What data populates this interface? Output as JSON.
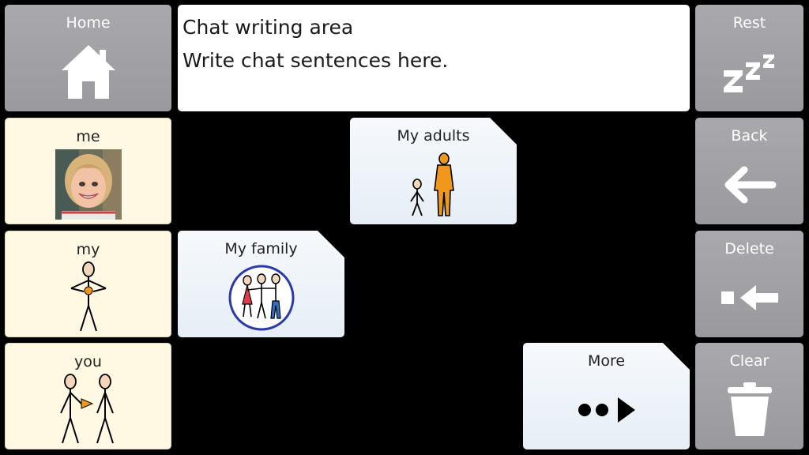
{
  "chat": {
    "title": "Chat writing area",
    "placeholder": "Write chat sentences here."
  },
  "left_column": [
    {
      "label": "Home",
      "icon": "home-icon"
    },
    {
      "label": "me",
      "icon": "child-photo"
    },
    {
      "label": "my",
      "icon": "my-person-icon"
    },
    {
      "label": "you",
      "icon": "you-people-icon"
    }
  ],
  "right_column": [
    {
      "label": "Rest",
      "icon": "zzz-icon"
    },
    {
      "label": "Back",
      "icon": "back-arrow-icon"
    },
    {
      "label": "Delete",
      "icon": "delete-icon"
    },
    {
      "label": "Clear",
      "icon": "trash-icon"
    }
  ],
  "folders": {
    "my_adults": {
      "label": "My adults",
      "icon": "adults-icon"
    },
    "my_family": {
      "label": "My family",
      "icon": "family-icon"
    },
    "more": {
      "label": "More",
      "icon": "more-arrow-icon"
    }
  },
  "colors": {
    "background": "#000000",
    "system_button": "#a3a3a8",
    "word_button": "#fff8e3",
    "folder_button": "#eef3f8",
    "orange": "#f0981c",
    "navy": "#2c3aa8"
  }
}
